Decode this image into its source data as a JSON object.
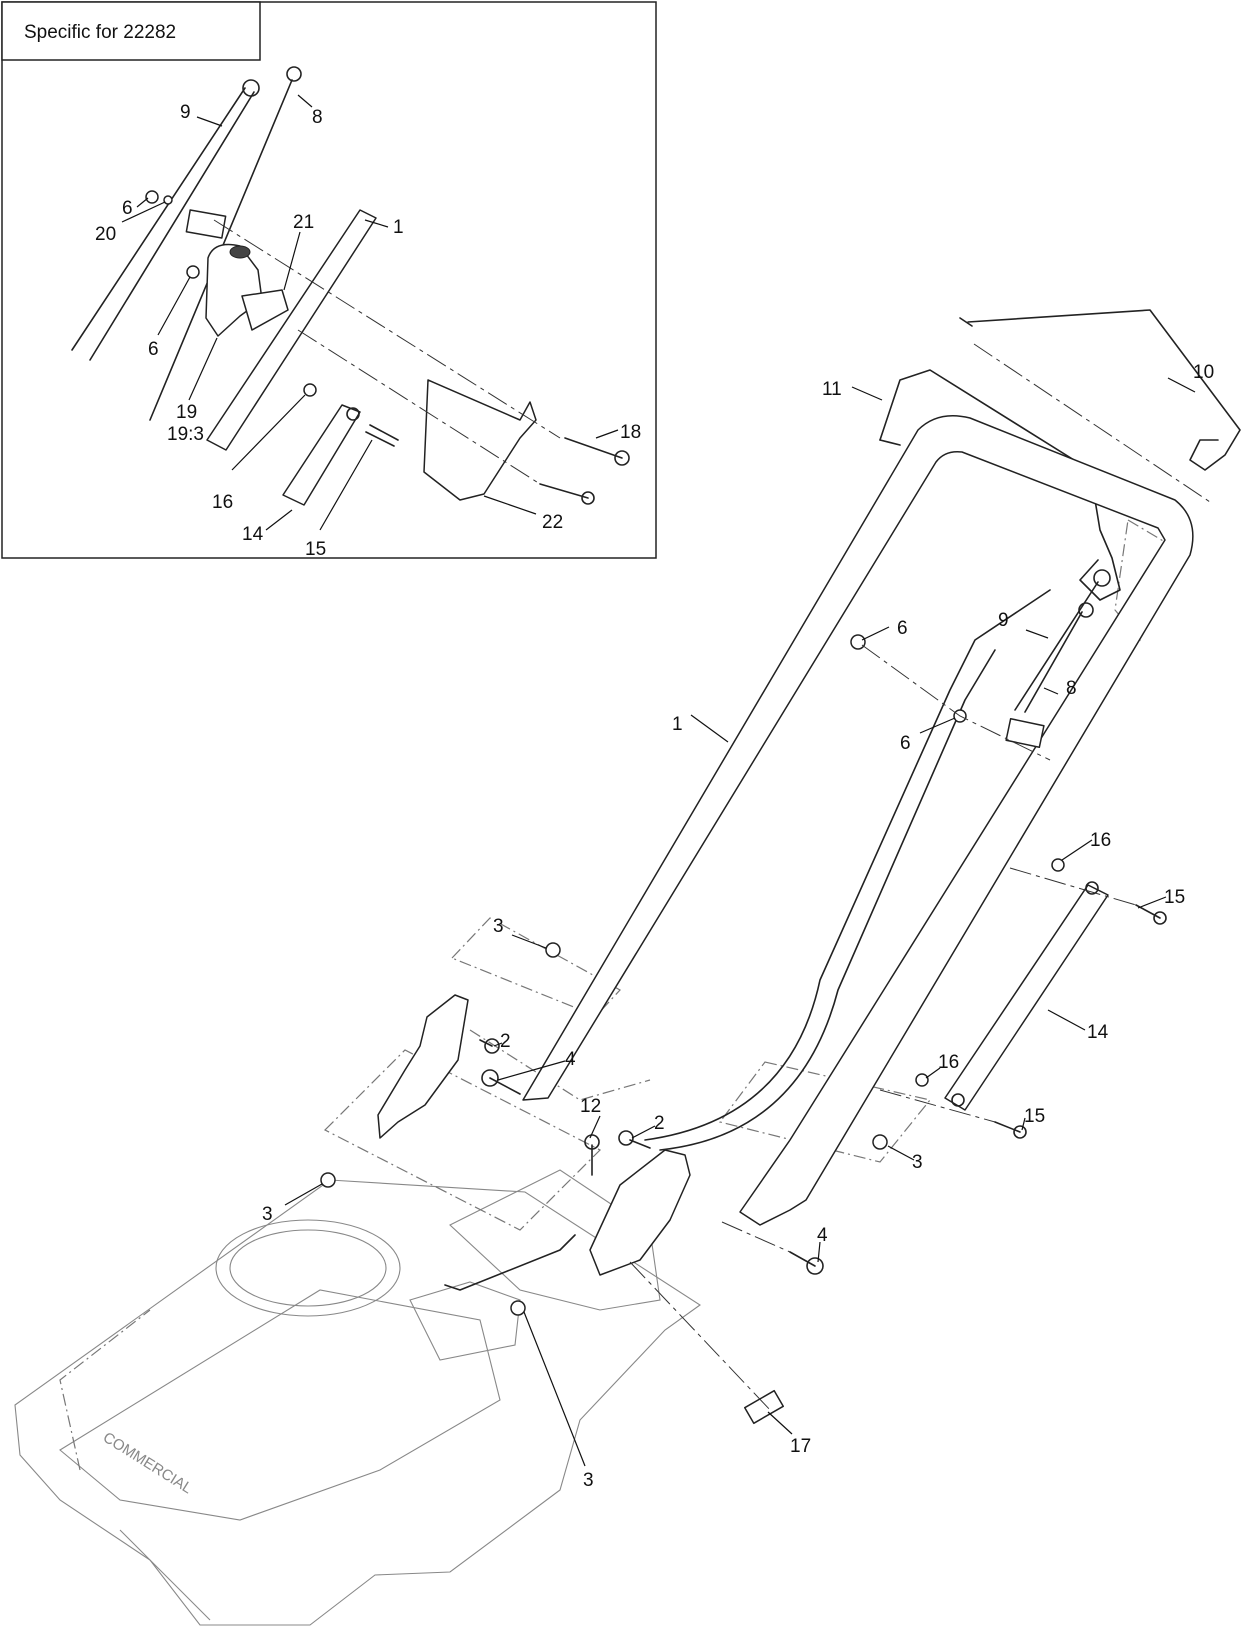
{
  "inset": {
    "title": "Specific for 22282",
    "callouts": {
      "c9": "9",
      "c8": "8",
      "c6a": "6",
      "c20": "20",
      "c21": "21",
      "c1": "1",
      "c6b": "6",
      "c19": "19",
      "c19_3": "19:3",
      "c18": "18",
      "c16": "16",
      "c14": "14",
      "c15": "15",
      "c22": "22"
    }
  },
  "main": {
    "callouts": {
      "c10": "10",
      "c11": "11",
      "c6a": "6",
      "c9": "9",
      "c8": "8",
      "c1": "1",
      "c6b": "6",
      "c16a": "16",
      "c15a": "15",
      "c3a": "3",
      "c14": "14",
      "c2a": "2",
      "c4a": "4",
      "c16b": "16",
      "c12": "12",
      "c2b": "2",
      "c15b": "15",
      "c3b": "3",
      "c3c": "3",
      "c4b": "4",
      "c17": "17",
      "c3d": "3"
    },
    "deck_brand": "COMMERCIAL"
  }
}
